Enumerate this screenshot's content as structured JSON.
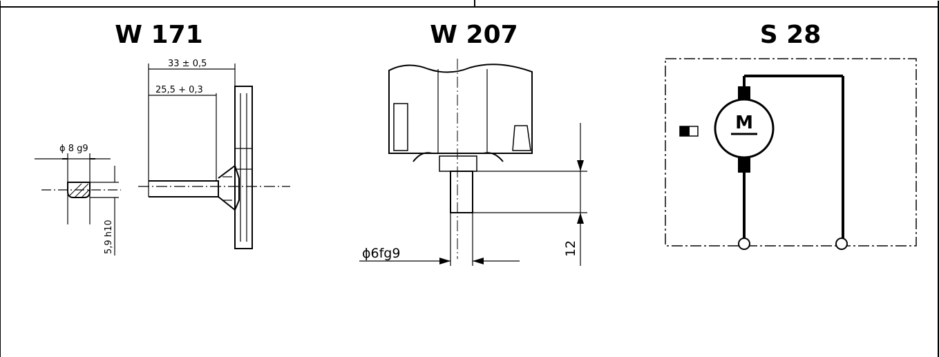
{
  "diagrams": {
    "w171": {
      "title": "W 171",
      "dim_overall": "33 ± 0,5",
      "dim_inner": "25,5 + 0,3",
      "dim_diameter": "ϕ 8 g9",
      "dim_flat": "5,9 h10"
    },
    "w207": {
      "title": "W 207",
      "dim_diameter": "ϕ6fg9",
      "dim_length": "12"
    },
    "s28": {
      "title": "S 28",
      "motor_label": "M"
    }
  }
}
